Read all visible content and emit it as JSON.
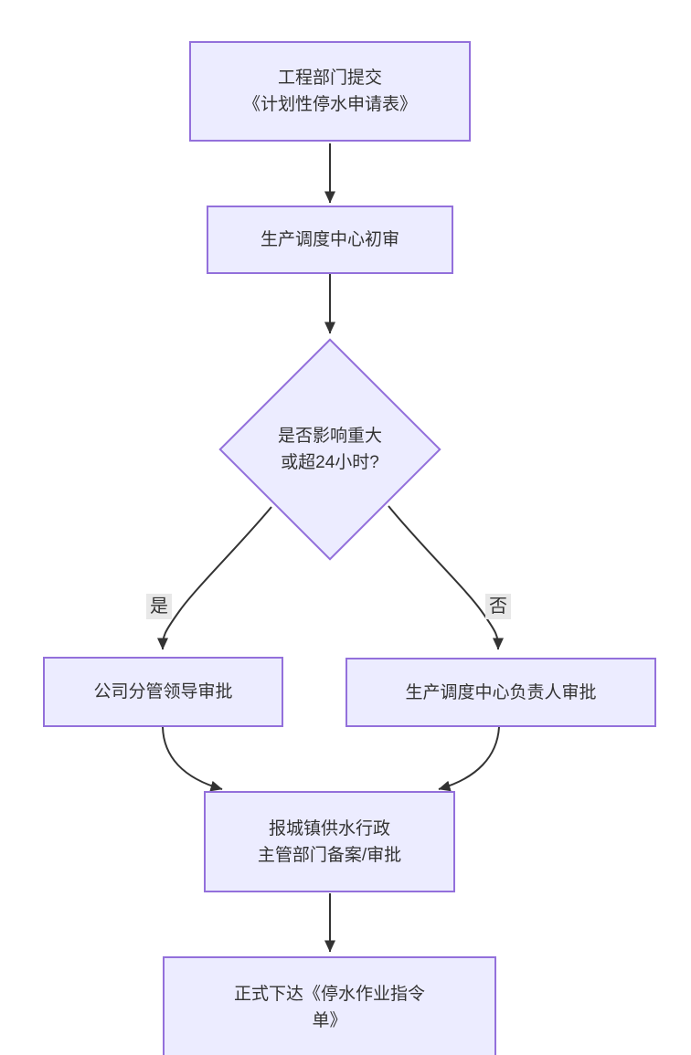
{
  "flowchart": {
    "type": "flowchart-top-down",
    "nodes": {
      "submit": {
        "shape": "rect",
        "lines": [
          "工程部门提交",
          "《计划性停水申请表》"
        ]
      },
      "initial_review": {
        "shape": "rect",
        "lines": [
          "生产调度中心初审"
        ]
      },
      "decision": {
        "shape": "diamond",
        "lines": [
          "是否影响重大",
          "或超24小时?"
        ]
      },
      "yes_branch": {
        "shape": "rect",
        "lines": [
          "公司分管领导审批"
        ]
      },
      "no_branch": {
        "shape": "rect",
        "lines": [
          "生产调度中心负责人审批"
        ]
      },
      "report": {
        "shape": "rect",
        "lines": [
          "报城镇供水行政",
          "主管部门备案/审批"
        ]
      },
      "issue": {
        "shape": "rect",
        "lines": [
          "正式下达《停水作业指令",
          "单》"
        ]
      }
    },
    "edge_labels": {
      "yes": "是",
      "no": "否"
    },
    "colors": {
      "node_fill": "#ECECFF",
      "node_border": "#9370DB",
      "text": "#333333",
      "edge": "#333333",
      "edge_label_bg": "#e8e8e8",
      "background": "#ffffff"
    }
  }
}
